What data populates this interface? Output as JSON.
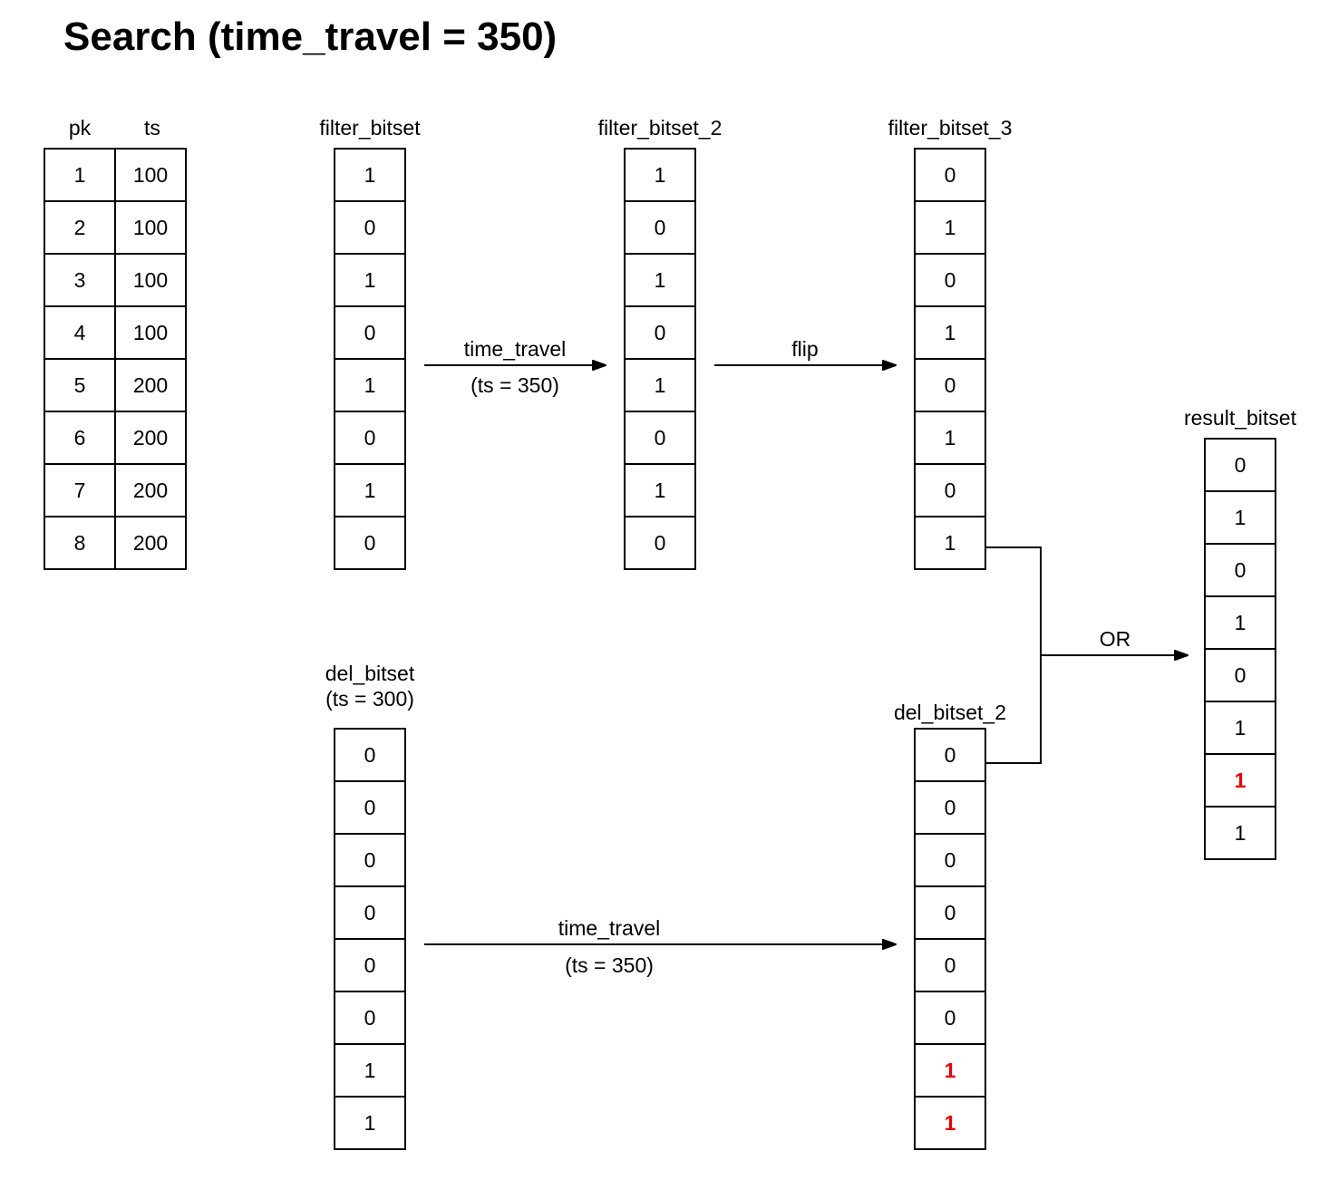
{
  "title": "Search (time_travel = 350)",
  "colors": {
    "line": "#000000",
    "text": "#000000",
    "highlight": "#e60000",
    "background": "#ffffff"
  },
  "table": {
    "headers": [
      "pk",
      "ts"
    ],
    "rows": [
      [
        "1",
        "100"
      ],
      [
        "2",
        "100"
      ],
      [
        "3",
        "100"
      ],
      [
        "4",
        "100"
      ],
      [
        "5",
        "200"
      ],
      [
        "6",
        "200"
      ],
      [
        "7",
        "200"
      ],
      [
        "8",
        "200"
      ]
    ]
  },
  "bitsets": {
    "filter_bitset": {
      "label": "filter_bitset",
      "values": [
        "1",
        "0",
        "1",
        "0",
        "1",
        "0",
        "1",
        "0"
      ],
      "highlight": []
    },
    "filter_bitset_2": {
      "label": "filter_bitset_2",
      "values": [
        "1",
        "0",
        "1",
        "0",
        "1",
        "0",
        "1",
        "0"
      ],
      "highlight": []
    },
    "filter_bitset_3": {
      "label": "filter_bitset_3",
      "values": [
        "0",
        "1",
        "0",
        "1",
        "0",
        "1",
        "0",
        "1"
      ],
      "highlight": []
    },
    "del_bitset": {
      "label": "del_bitset",
      "sublabel": "(ts = 300)",
      "values": [
        "0",
        "0",
        "0",
        "0",
        "0",
        "0",
        "1",
        "1"
      ],
      "highlight": []
    },
    "del_bitset_2": {
      "label": "del_bitset_2",
      "values": [
        "0",
        "0",
        "0",
        "0",
        "0",
        "0",
        "1",
        "1"
      ],
      "highlight": [
        6,
        7
      ]
    },
    "result_bitset": {
      "label": "result_bitset",
      "values": [
        "0",
        "1",
        "0",
        "1",
        "0",
        "1",
        "1",
        "1"
      ],
      "highlight": [
        6
      ]
    }
  },
  "arrows": {
    "time_travel_top": {
      "label": "time_travel",
      "sublabel": "(ts = 350)"
    },
    "flip": {
      "label": "flip"
    },
    "time_travel_bottom": {
      "label": "time_travel",
      "sublabel": "(ts = 350)"
    },
    "or": {
      "label": "OR"
    }
  }
}
